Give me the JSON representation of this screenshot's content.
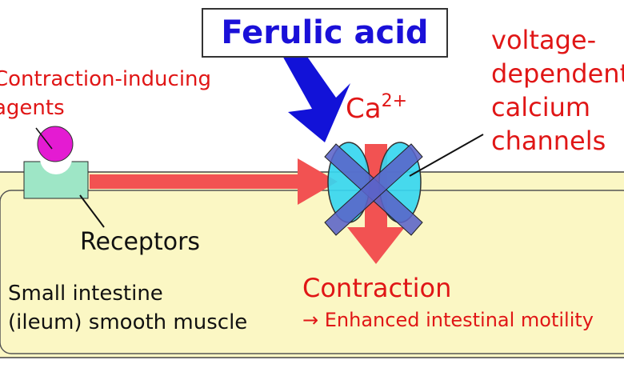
{
  "title": "Ferulic acid",
  "labels": {
    "agents_line1": "Contraction-inducing",
    "agents_line2": "agents",
    "calcium_ion": "Ca",
    "calcium_charge": "2+",
    "channels_line1": "voltage-",
    "channels_line2": "dependent",
    "channels_line3": "calcium",
    "channels_line4": "channels",
    "receptors": "Receptors",
    "tissue_line1": "Small intestine",
    "tissue_line2": "(ileum) smooth muscle",
    "result_title": "Contraction",
    "result_detail": "→ Enhanced intestinal motility"
  },
  "colors": {
    "title_text": "#1a10d8",
    "inhibit_arrow": "#1212d8",
    "label_red": "#e01616",
    "signal_arrow": "#f25252",
    "cell_fill": "#fbf7c4",
    "receptor_fill": "#9ee6c6",
    "agent_fill": "#e41bd2",
    "channel_fill": "#36d6f0",
    "blocker_fill": "#5a63c8"
  }
}
